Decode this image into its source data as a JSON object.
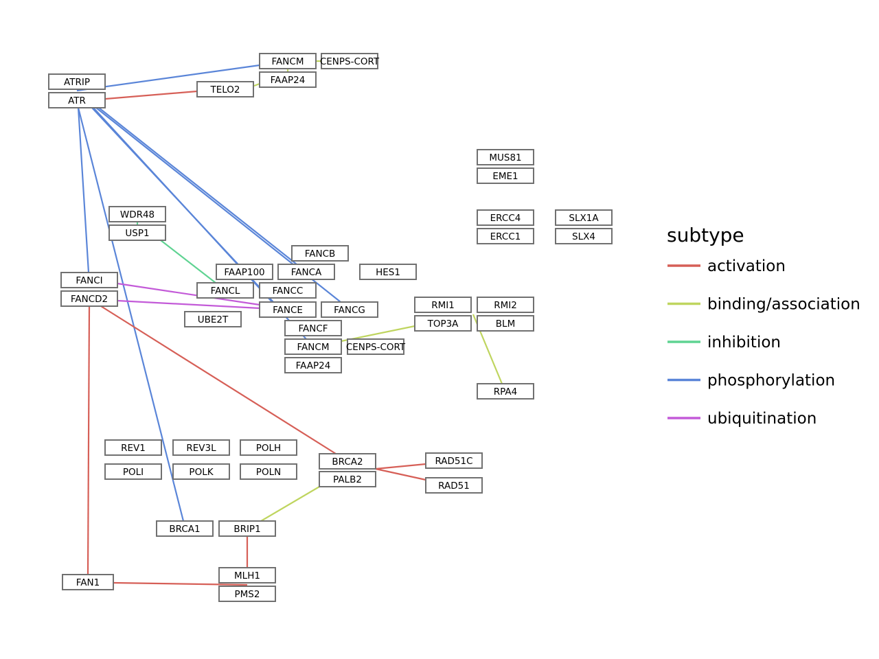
{
  "colors": {
    "activation": "#d65f57",
    "binding/association": "#bfd55f",
    "inhibition": "#5fd392",
    "phosphorylation": "#5a85d8",
    "ubiquitination": "#c35ad8"
  },
  "nodes": [
    {
      "id": "ATRIP",
      "label": "ATRIP"
    },
    {
      "id": "ATR",
      "label": "ATR"
    },
    {
      "id": "FANCM_t",
      "label": "FANCM"
    },
    {
      "id": "CENPS_t",
      "label": "CENPS-CORT"
    },
    {
      "id": "FAAP24_t",
      "label": "FAAP24"
    },
    {
      "id": "TELO2",
      "label": "TELO2"
    },
    {
      "id": "MUS81",
      "label": "MUS81"
    },
    {
      "id": "EME1",
      "label": "EME1"
    },
    {
      "id": "ERCC4",
      "label": "ERCC4"
    },
    {
      "id": "SLX1A",
      "label": "SLX1A"
    },
    {
      "id": "ERCC1",
      "label": "ERCC1"
    },
    {
      "id": "SLX4",
      "label": "SLX4"
    },
    {
      "id": "WDR48",
      "label": "WDR48"
    },
    {
      "id": "USP1",
      "label": "USP1"
    },
    {
      "id": "FANCB",
      "label": "FANCB"
    },
    {
      "id": "FAAP100",
      "label": "FAAP100"
    },
    {
      "id": "FANCA",
      "label": "FANCA"
    },
    {
      "id": "HES1",
      "label": "HES1"
    },
    {
      "id": "FANCI",
      "label": "FANCI"
    },
    {
      "id": "FANCL",
      "label": "FANCL"
    },
    {
      "id": "FANCC",
      "label": "FANCC"
    },
    {
      "id": "FANCD2",
      "label": "FANCD2"
    },
    {
      "id": "FANCE",
      "label": "FANCE"
    },
    {
      "id": "FANCG",
      "label": "FANCG"
    },
    {
      "id": "RMI1",
      "label": "RMI1"
    },
    {
      "id": "RMI2",
      "label": "RMI2"
    },
    {
      "id": "UBE2T",
      "label": "UBE2T"
    },
    {
      "id": "TOP3A",
      "label": "TOP3A"
    },
    {
      "id": "BLM",
      "label": "BLM"
    },
    {
      "id": "FANCF",
      "label": "FANCF"
    },
    {
      "id": "FANCM_m",
      "label": "FANCM"
    },
    {
      "id": "CENPS_m",
      "label": "CENPS-CORT"
    },
    {
      "id": "FAAP24_m",
      "label": "FAAP24"
    },
    {
      "id": "RPA4",
      "label": "RPA4"
    },
    {
      "id": "REV1",
      "label": "REV1"
    },
    {
      "id": "REV3L",
      "label": "REV3L"
    },
    {
      "id": "POLH",
      "label": "POLH"
    },
    {
      "id": "BRCA2",
      "label": "BRCA2"
    },
    {
      "id": "RAD51C",
      "label": "RAD51C"
    },
    {
      "id": "POLI",
      "label": "POLI"
    },
    {
      "id": "POLK",
      "label": "POLK"
    },
    {
      "id": "POLN",
      "label": "POLN"
    },
    {
      "id": "PALB2",
      "label": "PALB2"
    },
    {
      "id": "RAD51",
      "label": "RAD51"
    },
    {
      "id": "BRCA1",
      "label": "BRCA1"
    },
    {
      "id": "BRIP1",
      "label": "BRIP1"
    },
    {
      "id": "MLH1",
      "label": "MLH1"
    },
    {
      "id": "FAN1",
      "label": "FAN1"
    },
    {
      "id": "PMS2",
      "label": "PMS2"
    }
  ],
  "edges": [
    {
      "from": "ATRIP",
      "to": "FANCM_t",
      "subtype": "phosphorylation"
    },
    {
      "from": "ATR",
      "to": "TELO2",
      "subtype": "activation"
    },
    {
      "from": "FANCM_t",
      "to": "CENPS_t",
      "subtype": "binding/association"
    },
    {
      "from": "FANCM_t",
      "to": "FAAP24_t",
      "subtype": "binding/association"
    },
    {
      "from": "TELO2",
      "to": "FAAP24_t",
      "subtype": "binding/association"
    },
    {
      "from": "ATR",
      "to": "FANCI",
      "subtype": "phosphorylation"
    },
    {
      "from": "ATR",
      "to": "BRCA1",
      "subtype": "phosphorylation"
    },
    {
      "from": "ATR",
      "to": "FANCE",
      "subtype": "phosphorylation"
    },
    {
      "from": "ATR",
      "to": "FANCG",
      "subtype": "phosphorylation"
    },
    {
      "from": "ATR",
      "to": "FANCA",
      "subtype": "phosphorylation"
    },
    {
      "from": "ATR",
      "to": "FANCM_m",
      "subtype": "phosphorylation"
    },
    {
      "from": "WDR48",
      "to": "USP1",
      "subtype": "inhibition"
    },
    {
      "from": "USP1",
      "to": "FANCL",
      "subtype": "inhibition"
    },
    {
      "from": "FANCI",
      "to": "FANCE",
      "subtype": "ubiquitination"
    },
    {
      "from": "FANCD2",
      "to": "FANCE",
      "subtype": "ubiquitination"
    },
    {
      "from": "FANCD2",
      "to": "BRCA2",
      "subtype": "activation"
    },
    {
      "from": "FANCD2",
      "to": "FAN1",
      "subtype": "activation"
    },
    {
      "from": "FANCM_m",
      "to": "TOP3A",
      "subtype": "binding/association"
    },
    {
      "from": "RMI2",
      "to": "RPA4",
      "subtype": "binding/association"
    },
    {
      "from": "BRCA2",
      "to": "RAD51C",
      "subtype": "activation"
    },
    {
      "from": "BRCA2",
      "to": "RAD51",
      "subtype": "activation"
    },
    {
      "from": "PALB2",
      "to": "BRIP1",
      "subtype": "binding/association"
    },
    {
      "from": "BRIP1",
      "to": "MLH1",
      "subtype": "activation"
    },
    {
      "from": "FAN1",
      "to": "PMS2",
      "subtype": "activation"
    }
  ],
  "legend": {
    "title": "subtype",
    "items": [
      {
        "key": "activation",
        "label": "activation"
      },
      {
        "key": "binding/association",
        "label": "binding/association"
      },
      {
        "key": "inhibition",
        "label": "inhibition"
      },
      {
        "key": "phosphorylation",
        "label": "phosphorylation"
      },
      {
        "key": "ubiquitination",
        "label": "ubiquitination"
      }
    ]
  }
}
